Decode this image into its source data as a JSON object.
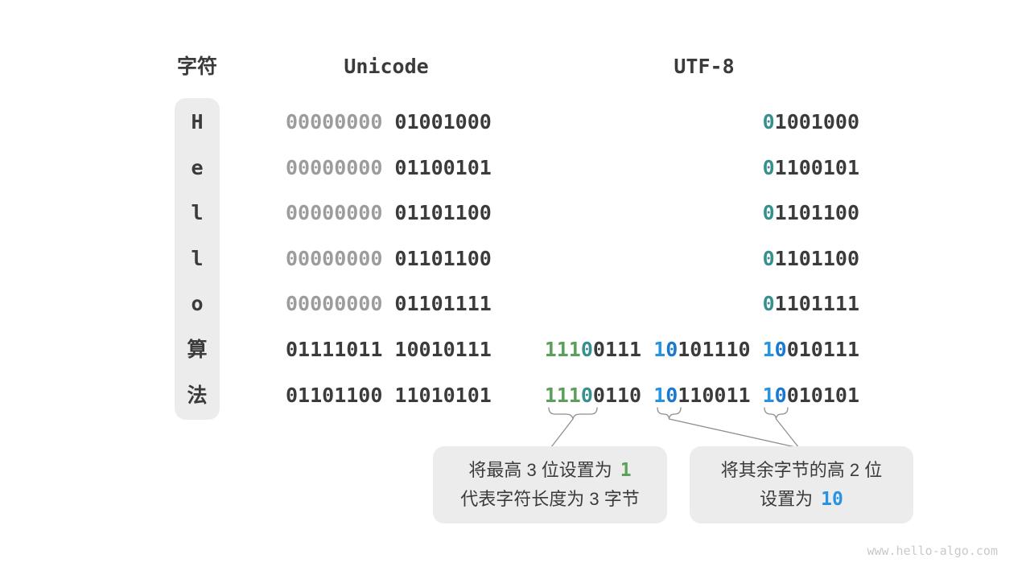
{
  "header": {
    "char_col": "字符",
    "unicode_col": "Unicode",
    "utf8_col": "UTF-8"
  },
  "rows": [
    {
      "char": "H",
      "uni_high": "00000000",
      "uni_low": "01001000",
      "utf8": {
        "b_prefix": "0",
        "b_rest": "1001000"
      }
    },
    {
      "char": "e",
      "uni_high": "00000000",
      "uni_low": "01100101",
      "utf8": {
        "b_prefix": "0",
        "b_rest": "1100101"
      }
    },
    {
      "char": "l",
      "uni_high": "00000000",
      "uni_low": "01101100",
      "utf8": {
        "b_prefix": "0",
        "b_rest": "1101100"
      }
    },
    {
      "char": "l",
      "uni_high": "00000000",
      "uni_low": "01101100",
      "utf8": {
        "b_prefix": "0",
        "b_rest": "1101100"
      }
    },
    {
      "char": "o",
      "uni_high": "00000000",
      "uni_low": "01101111",
      "utf8": {
        "b_prefix": "0",
        "b_rest": "1101111"
      }
    },
    {
      "char": "算",
      "uni_high": "01111011",
      "uni_low": "10010111",
      "utf8": {
        "b1_lead": "111",
        "b1_zero": "0",
        "b1_rest": "0111",
        "b2_one": "1",
        "b2_zero": "0",
        "b2_rest": "101110",
        "b3_one": "1",
        "b3_zero": "0",
        "b3_rest": "010111"
      }
    },
    {
      "char": "法",
      "uni_high": "01101100",
      "uni_low": "11010101",
      "utf8": {
        "b1_lead": "111",
        "b1_zero": "0",
        "b1_rest": "0110",
        "b2_one": "1",
        "b2_zero": "0",
        "b2_rest": "110011",
        "b3_one": "1",
        "b3_zero": "0",
        "b3_rest": "010101"
      }
    }
  ],
  "callouts": {
    "length_note": {
      "line1_prefix": "将最高 3 位设置为",
      "line1_value": "1",
      "line2": "代表字符长度为 3 字节"
    },
    "continuation_note": {
      "line1": "将其余字节的高 2 位",
      "line2_prefix": "设置为",
      "line2_value": "10"
    }
  },
  "watermark": "www.hello-algo.com",
  "colors": {
    "lead_bits_green": "#5ba05a",
    "lead_zero_teal": "#35908e",
    "continuation_one_blue": "#2694e3",
    "continuation_zero_blue": "#1a79ce",
    "text_dark": "#3b3b3b",
    "padding_gray": "#9c9c9c",
    "box_background": "#ececec"
  }
}
